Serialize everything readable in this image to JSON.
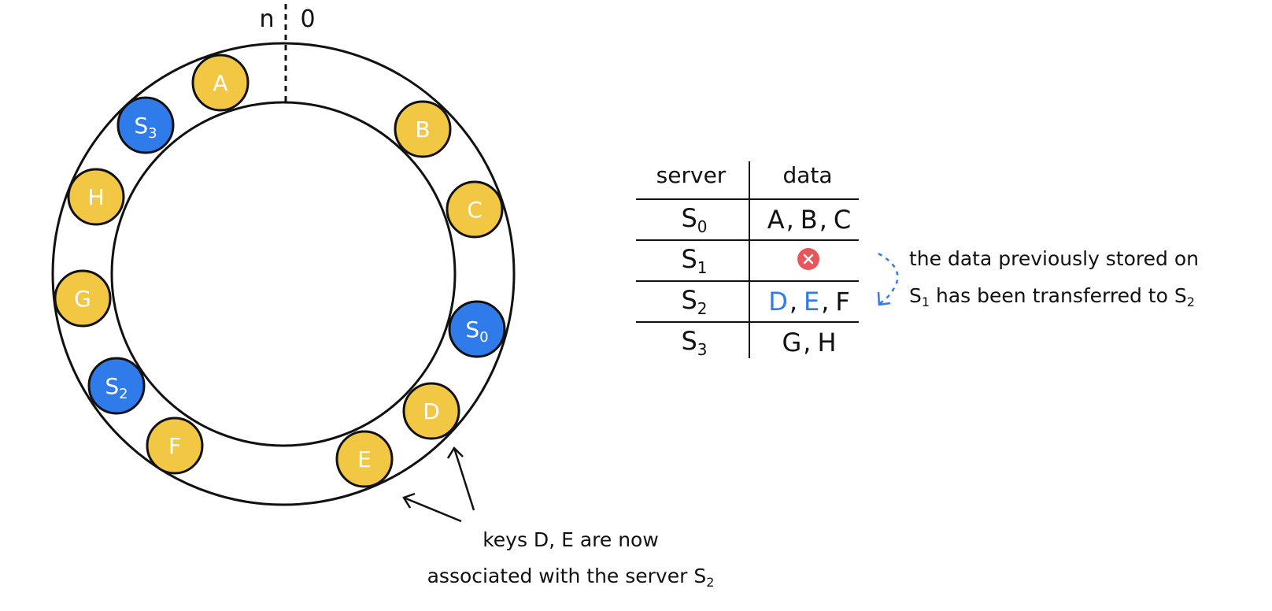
{
  "ring": {
    "start_label": "0",
    "end_label": "n",
    "keys": [
      {
        "label": "A",
        "type": "key",
        "color": "#f2c744"
      },
      {
        "label": "B",
        "type": "key",
        "color": "#f2c744"
      },
      {
        "label": "C",
        "type": "key",
        "color": "#f2c744"
      },
      {
        "label": "S",
        "sub": "0",
        "type": "server",
        "color": "#2f7be9"
      },
      {
        "label": "D",
        "type": "key",
        "color": "#f2c744"
      },
      {
        "label": "E",
        "type": "key",
        "color": "#f2c744"
      },
      {
        "label": "F",
        "type": "key",
        "color": "#f2c744"
      },
      {
        "label": "S",
        "sub": "2",
        "type": "server",
        "color": "#2f7be9"
      },
      {
        "label": "G",
        "type": "key",
        "color": "#f2c744"
      },
      {
        "label": "H",
        "type": "key",
        "color": "#f2c744"
      },
      {
        "label": "S",
        "sub": "3",
        "type": "server",
        "color": "#2f7be9"
      }
    ]
  },
  "table": {
    "headers": {
      "server": "server",
      "data": "data"
    },
    "rows": [
      {
        "server": "S",
        "server_sub": "0",
        "data": [
          {
            "text": "A"
          },
          {
            "text": ","
          },
          {
            "text": "B"
          },
          {
            "text": ","
          },
          {
            "text": "C"
          }
        ]
      },
      {
        "server": "S",
        "server_sub": "1",
        "removed": true,
        "data": []
      },
      {
        "server": "S",
        "server_sub": "2",
        "data": [
          {
            "text": "D",
            "color": "#2f7be9"
          },
          {
            "text": ","
          },
          {
            "text": "E",
            "color": "#2f7be9"
          },
          {
            "text": ","
          },
          {
            "text": "F"
          }
        ]
      },
      {
        "server": "S",
        "server_sub": "3",
        "data": [
          {
            "text": "G"
          },
          {
            "text": ","
          },
          {
            "text": "H"
          }
        ]
      }
    ]
  },
  "notes": {
    "transfer_line1": "the data previously stored on",
    "transfer_line2_prefix": "S",
    "transfer_line2_sub1": "1",
    "transfer_line2_mid": " has been transferred to S",
    "transfer_line2_sub2": "2",
    "keys_line1": "keys D, E are now",
    "keys_line2_prefix": "associated with the server S",
    "keys_line2_sub": "2"
  },
  "colors": {
    "key": "#f2c744",
    "server": "#2f7be9",
    "removed": "#e8555a",
    "arrow": "#2f7be9"
  }
}
